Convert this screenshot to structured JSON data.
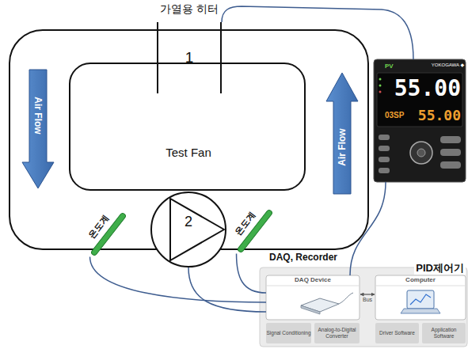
{
  "diagram": {
    "nodes": [
      {
        "text": [
          "가열용 히터",
          "1"
        ]
      },
      {
        "text": [
          "Test Fan",
          "2"
        ]
      },
      {
        "text": [
          "온도계"
        ]
      },
      {
        "text": [
          "온도계"
        ]
      },
      {
        "text": [
          "PID제어기"
        ]
      },
      {
        "text": [
          "DAQ Device",
          "Signal Conditioning",
          "Analog-to-Digital Converter"
        ]
      },
      {
        "text": [
          "Computer",
          "Driver Software",
          "Application Software"
        ]
      }
    ],
    "edges": [
      {
        "from": 0,
        "to": 4,
        "arrow": "none"
      },
      {
        "from": 2,
        "to": 5,
        "arrow": "none"
      },
      {
        "from": 1,
        "to": 5,
        "arrow": "none"
      },
      {
        "from": 3,
        "to": 5,
        "arrow": "none"
      },
      {
        "from": 4,
        "to": 5,
        "arrow": "none"
      },
      {
        "from": 5,
        "to": 6,
        "label": "Bus",
        "arrow": "both"
      }
    ],
    "labels": [
      "Air Flow",
      "Air Flow",
      "DAQ, Recorder",
      "PV",
      "YOKOGAWA ◆",
      "55.00",
      "03SP",
      "55.00"
    ]
  }
}
